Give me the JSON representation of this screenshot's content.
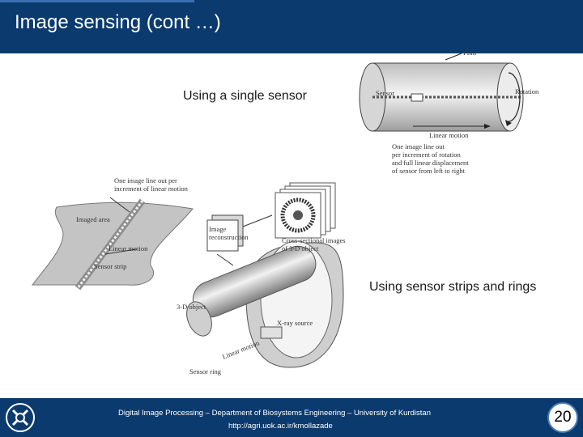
{
  "slide": {
    "title": "Image sensing (cont …)",
    "caption_single": "Using  a single sensor",
    "caption_strips": "Using sensor strips and rings",
    "page_number": "20"
  },
  "figure_single": {
    "film_label": "Film",
    "sensor_label": "Sensor",
    "rotation_label": "Rotation",
    "linear_motion_label": "Linear motion",
    "note_lines": [
      "One image line out",
      "per increment of rotation",
      "and full linear displacement",
      "of sensor from left to right"
    ]
  },
  "figure_strip": {
    "note_lines": [
      "One image line out per",
      "increment of linear motion"
    ],
    "imaged_area_label": "Imaged area",
    "linear_motion_label": "Linear motion",
    "sensor_strip_label": "Sensor strip"
  },
  "figure_ring": {
    "reconstruction_lines": [
      "Image",
      "reconstruction"
    ],
    "cross_section_lines": [
      "Cross-sectional images",
      "of 3-D object"
    ],
    "object_label": "3-D object",
    "xray_label": "X-ray source",
    "linear_motion_label": "Linear motion",
    "sensor_ring_label": "Sensor ring"
  },
  "footer": {
    "line1": "Digital Image Processing – Department of Biosystems Engineering – University of Kurdistan",
    "line2": "http://agri.uok.ac.ir/kmollazade"
  },
  "colors": {
    "header": "#0b3a6e",
    "accent": "#3c6fb0"
  }
}
